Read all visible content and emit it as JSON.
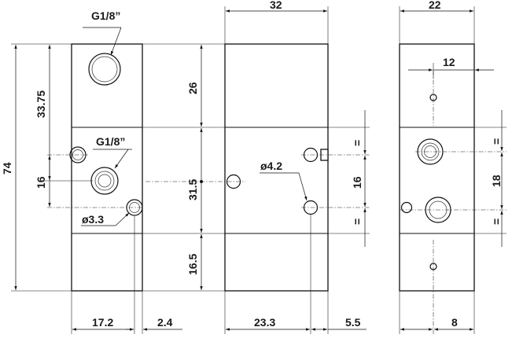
{
  "views": {
    "front": {
      "port_top": "G1/8”",
      "port_mid": "G1/8”",
      "mount_hole": "ø3.3",
      "height_total": "74",
      "dim_33_75": "33.75",
      "dim_16": "16",
      "dim_17_2": "17.2",
      "dim_2_4": "2.4"
    },
    "side": {
      "width": "32",
      "dim_26": "26",
      "dim_31_5": "31.5",
      "dim_16_5": "16.5",
      "hole_label": "ø4.2",
      "dim_16": "16",
      "dim_23_3": "23.3",
      "dim_5_5": "5.5",
      "equal_top": "=",
      "equal_bottom": "="
    },
    "end": {
      "width": "22",
      "dim_12": "12",
      "dim_18": "18",
      "dim_8": "8",
      "equal_top": "=",
      "equal_bottom": "="
    }
  },
  "colors": {
    "line": "#111111",
    "background": "#ffffff"
  }
}
